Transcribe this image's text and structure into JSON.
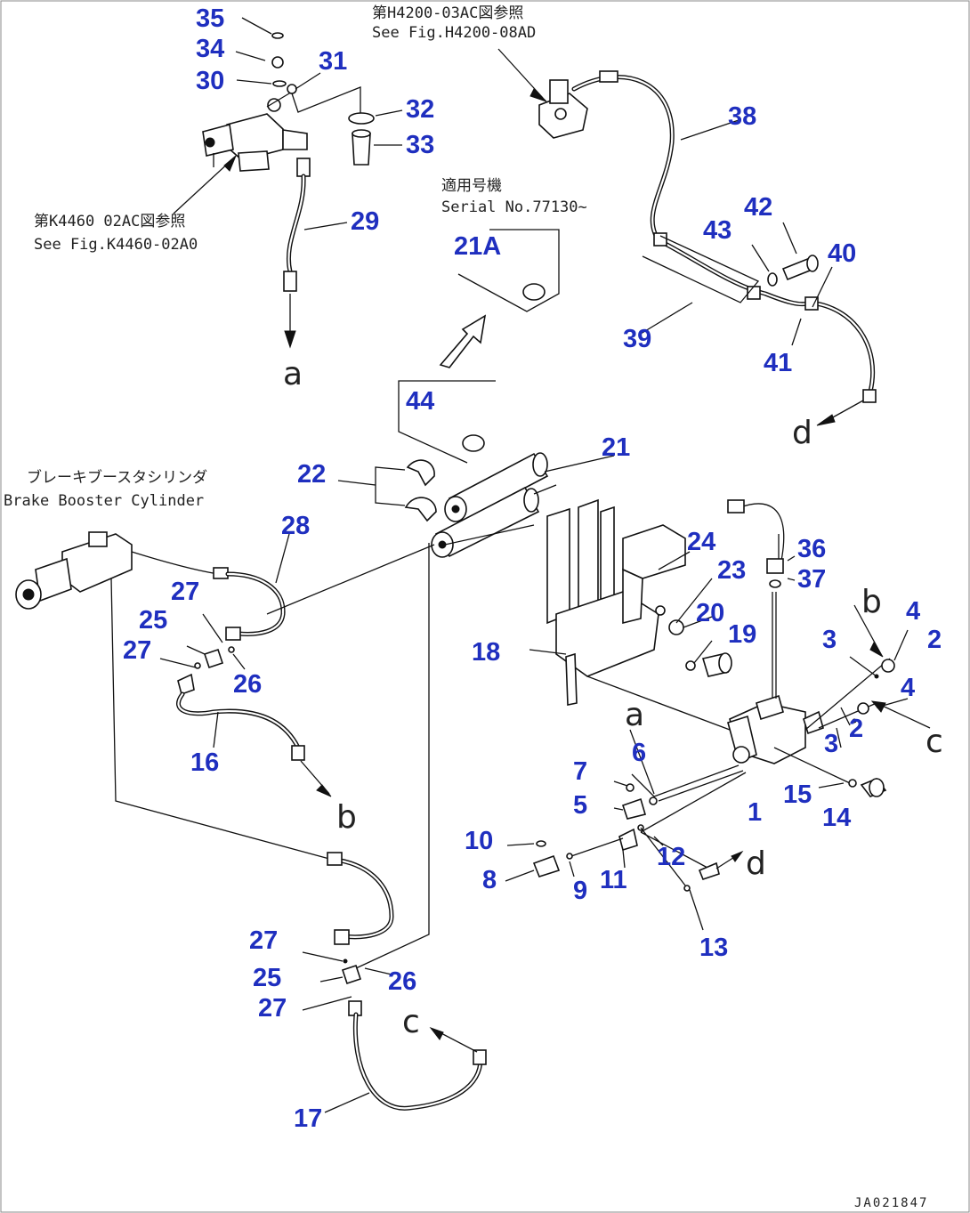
{
  "callouts": [
    "35",
    "34",
    "30",
    "31",
    "32",
    "33",
    "29",
    "38",
    "42",
    "43",
    "40",
    "39",
    "41",
    "21A",
    "44",
    "21",
    "22",
    "28",
    "27",
    "25",
    "27",
    "26",
    "16",
    "24",
    "23",
    "36",
    "37",
    "20",
    "19",
    "18",
    "4",
    "2",
    "3",
    "4",
    "2",
    "3",
    "6",
    "7",
    "5",
    "1",
    "15",
    "14",
    "10",
    "12",
    "8",
    "9",
    "11",
    "13",
    "27",
    "25",
    "26",
    "27",
    "17"
  ],
  "letters": [
    "a",
    "d",
    "b",
    "c",
    "a",
    "b",
    "c",
    "d"
  ],
  "notes": {
    "ref_h4200_jp": "第H4200-03AC図参照",
    "ref_h4200_en": "See Fig.H4200-08AD",
    "ref_k4460_jp": "第K4460 02AC図参照",
    "ref_k4460_en": "See Fig.K4460-02A0",
    "serial_jp": "適用号機",
    "serial_en": "Serial No.77130~",
    "brake_jp": "ブレーキブースタシリンダ",
    "brake_en": "Brake Booster Cylinder"
  },
  "figure_code": "JA021847",
  "colors": {
    "callout": "#1f2fbf",
    "line": "#111111",
    "background": "#ffffff"
  }
}
